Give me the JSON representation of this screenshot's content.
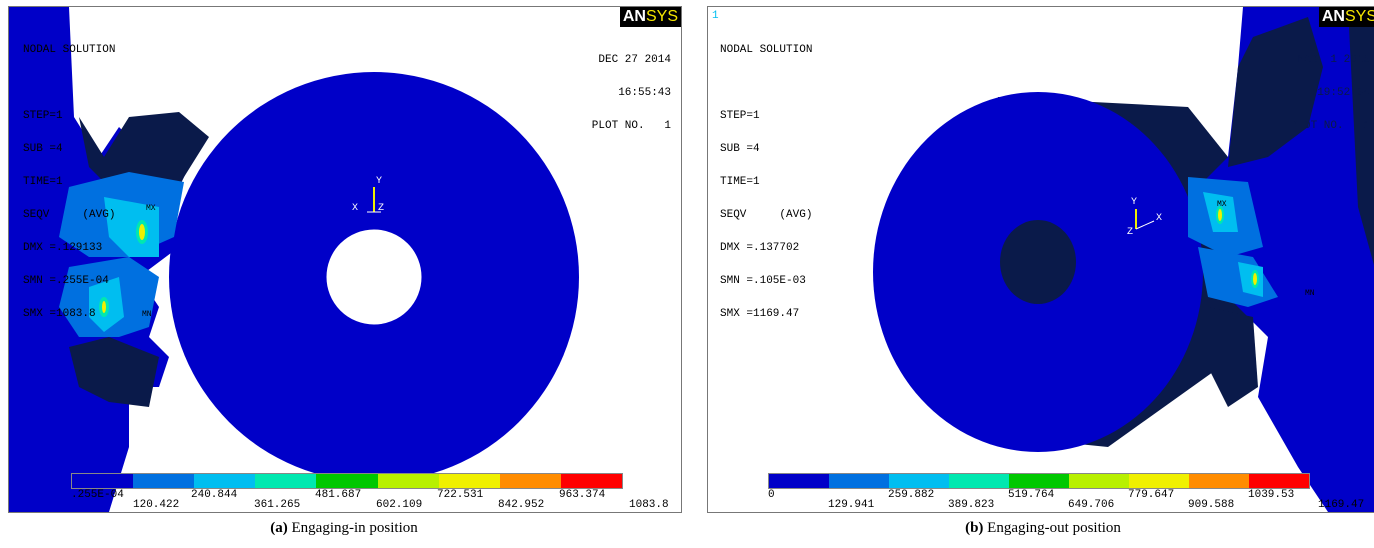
{
  "colors": {
    "band1": "#0000c8",
    "band2": "#0070e0",
    "band3": "#00bef0",
    "band4": "#00e8b0",
    "band5": "#00c800",
    "band6": "#b8f000",
    "band7": "#f0f000",
    "band8": "#ff8c00",
    "band9": "#ff0000",
    "dark": "#0a1a4a"
  },
  "panel_a": {
    "info": [
      "NODAL SOLUTION",
      "",
      "STEP=1",
      "SUB =4",
      "TIME=1",
      "SEQV     (AVG)",
      "DMX =.129133",
      "SMN =.255E-04",
      "SMX =1083.8"
    ],
    "date": "DEC 27 2014",
    "time": "16:55:43",
    "plot": "PLOT NO.   1",
    "logo_an": "AN",
    "logo_sys": "SYS",
    "ticks_top": [
      ".255E-04",
      "240.844",
      "481.687",
      "722.531",
      "963.374"
    ],
    "ticks_bottom": [
      "120.422",
      "361.265",
      "602.109",
      "842.952",
      "1083.8"
    ],
    "mx": "MX",
    "mn": "MN",
    "axis_y": "Y",
    "axis_x": "X",
    "axis_z": "Z",
    "caption_letter": "(a)",
    "caption_text": " Engaging-in position"
  },
  "panel_b": {
    "window_no": "1",
    "info": [
      "NODAL SOLUTION",
      "",
      "STEP=1",
      "SUB =4",
      "TIME=1",
      "SEQV     (AVG)",
      "DMX =.137702",
      "SMN =.105E-03",
      "SMX =1169.47"
    ],
    "date": "MAR  1 2015",
    "time": "19:52:04",
    "plot": "PLOT NO.   1",
    "logo_an": "AN",
    "logo_sys": "SYS",
    "ticks_top": [
      "0",
      "259.882",
      "519.764",
      "779.647",
      "1039.53"
    ],
    "ticks_bottom": [
      "129.941",
      "389.823",
      "649.706",
      "909.588",
      "1169.47"
    ],
    "mx": "MX",
    "mn": "MN",
    "axis_y": "Y",
    "axis_x": "X",
    "axis_z": "Z",
    "caption_letter": "(b)",
    "caption_text": " Engaging-out position"
  }
}
